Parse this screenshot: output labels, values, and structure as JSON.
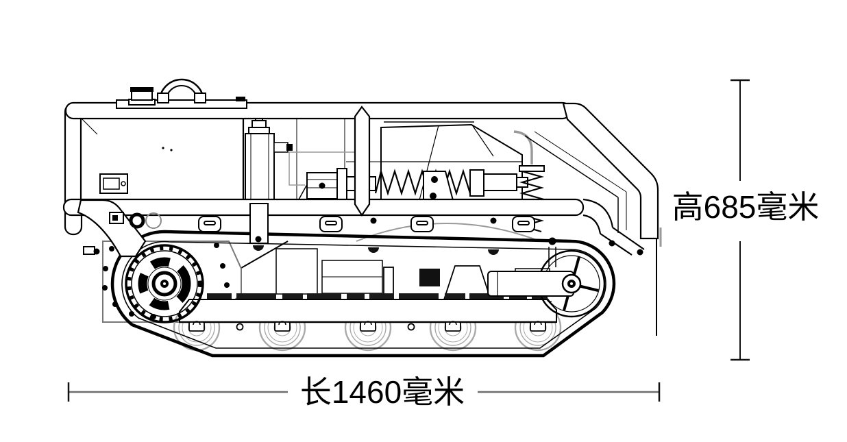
{
  "page": {
    "background": "#ffffff"
  },
  "drawing": {
    "title": "Tracked crawler chassis — side view technical line drawing",
    "line_color": "#000000",
    "secondary_line_color": "#9a9a9a",
    "accent_light_color": "#c3c8de",
    "annotations": {
      "height": {
        "label": "高685毫米",
        "value_mm": 685,
        "orientation": "vertical"
      },
      "length": {
        "label": "长1460毫米",
        "value_mm": 1460,
        "orientation": "horizontal"
      }
    },
    "components": [
      "roll-cage-frame",
      "fuel-tank",
      "fuel-filler-cap",
      "carry-handle",
      "control-display",
      "engine-block",
      "equipment-hood",
      "suspension-spring-horizontal",
      "suspension-spring-vertical",
      "bumper-rail",
      "front-tow-bracket",
      "drive-sprocket",
      "sprocket-mounting-plate",
      "road-wheels",
      "idler-wheel",
      "track-tensioner-arm",
      "skid-plate",
      "rubber-track"
    ]
  }
}
